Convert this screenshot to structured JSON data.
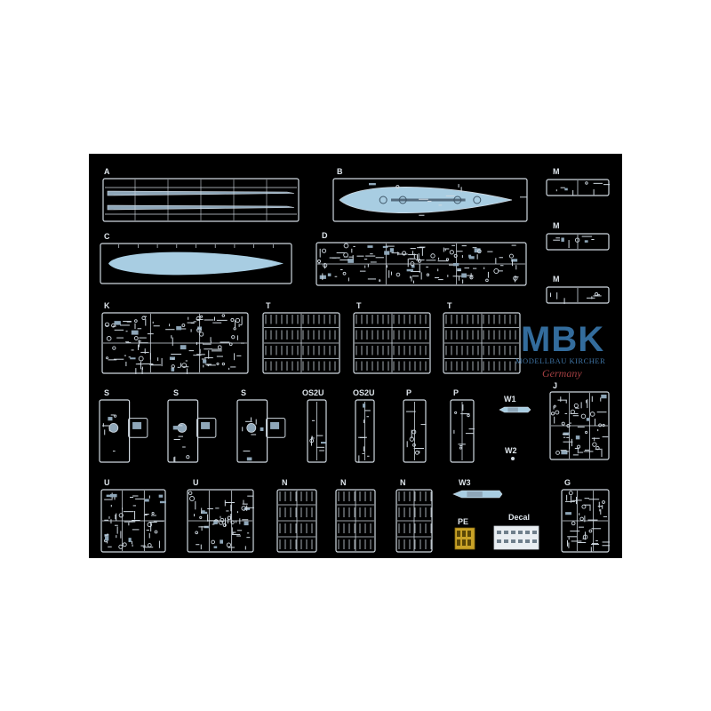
{
  "colors": {
    "background": "#000000",
    "frame": "#cfd8e0",
    "hull_fill": "#a8cde2",
    "detail": "#8ea6b8",
    "photo_etch": "#c9a227",
    "logo_blue": "#3d7fb8",
    "logo_red": "#b8474a"
  },
  "sprues": [
    {
      "id": "sprue-a",
      "label": "A",
      "kind": "rails"
    },
    {
      "id": "sprue-b",
      "label": "B",
      "kind": "deck"
    },
    {
      "id": "sprue-c",
      "label": "C",
      "kind": "hull"
    },
    {
      "id": "sprue-d",
      "label": "D",
      "kind": "parts"
    },
    {
      "id": "sprue-m1",
      "label": "M",
      "kind": "small"
    },
    {
      "id": "sprue-m2",
      "label": "M",
      "kind": "small"
    },
    {
      "id": "sprue-m3",
      "label": "M",
      "kind": "small"
    },
    {
      "id": "sprue-k",
      "label": "K",
      "kind": "parts"
    },
    {
      "id": "sprue-t1",
      "label": "T",
      "kind": "grid"
    },
    {
      "id": "sprue-t2",
      "label": "T",
      "kind": "grid"
    },
    {
      "id": "sprue-t3",
      "label": "T",
      "kind": "grid"
    },
    {
      "id": "sprue-s1",
      "label": "S",
      "kind": "tab"
    },
    {
      "id": "sprue-s2",
      "label": "S",
      "kind": "tab"
    },
    {
      "id": "sprue-s3",
      "label": "S",
      "kind": "tab"
    },
    {
      "id": "sprue-os2u1",
      "label": "OS2U",
      "kind": "narrow"
    },
    {
      "id": "sprue-os2u2",
      "label": "OS2U",
      "kind": "narrow"
    },
    {
      "id": "sprue-p1",
      "label": "P",
      "kind": "narrow"
    },
    {
      "id": "sprue-p2",
      "label": "P",
      "kind": "narrow"
    },
    {
      "id": "part-w1",
      "label": "W1",
      "kind": "part"
    },
    {
      "id": "part-w2",
      "label": "W2",
      "kind": "none"
    },
    {
      "id": "sprue-j",
      "label": "J",
      "kind": "parts"
    },
    {
      "id": "sprue-u1",
      "label": "U",
      "kind": "parts"
    },
    {
      "id": "sprue-u2",
      "label": "U",
      "kind": "parts"
    },
    {
      "id": "sprue-n1",
      "label": "N",
      "kind": "grid"
    },
    {
      "id": "sprue-n2",
      "label": "N",
      "kind": "grid"
    },
    {
      "id": "sprue-n3",
      "label": "N",
      "kind": "grid"
    },
    {
      "id": "part-w3",
      "label": "W3",
      "kind": "part"
    },
    {
      "id": "sheet-pe",
      "label": "PE",
      "kind": "pe"
    },
    {
      "id": "sheet-decal",
      "label": "Decal",
      "kind": "decal"
    },
    {
      "id": "sprue-g",
      "label": "G",
      "kind": "parts"
    }
  ],
  "logo": {
    "main": "MBK",
    "subtitle": "MODELLBAU KIRCHER",
    "country": "Germany"
  }
}
